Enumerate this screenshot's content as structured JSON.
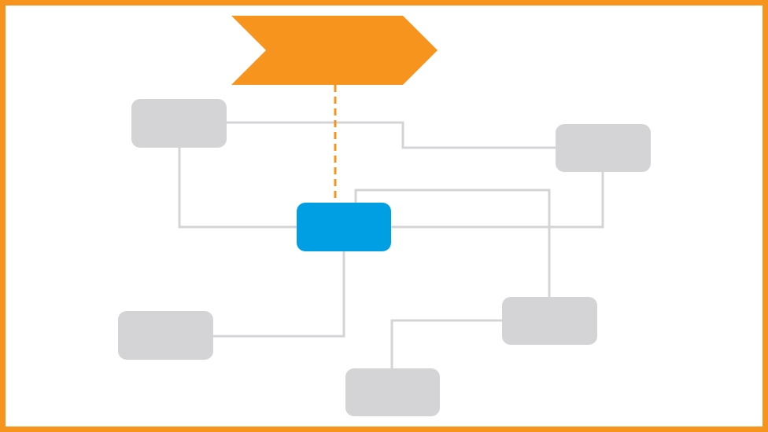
{
  "diagram": {
    "type": "network-diagram",
    "colors": {
      "frame": "#f7941d",
      "banner": "#f7941d",
      "hub": "#009fe3",
      "node": "#d4d4d6",
      "connector": "#d4d4d6",
      "dashed_link": "#f7941d"
    },
    "banner": {
      "label": ""
    },
    "hub": {
      "label": ""
    },
    "nodes": [
      {
        "id": "node-top-left",
        "label": ""
      },
      {
        "id": "node-top-right",
        "label": ""
      },
      {
        "id": "node-bottom-left",
        "label": ""
      },
      {
        "id": "node-bottom-right",
        "label": ""
      },
      {
        "id": "node-bottom-center",
        "label": ""
      }
    ]
  }
}
